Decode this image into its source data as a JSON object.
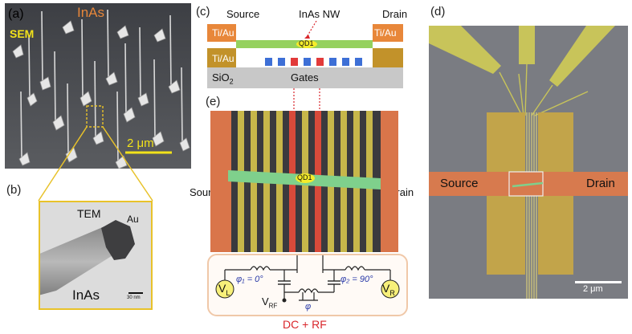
{
  "panel_a": {
    "label": "(a)",
    "title": "InAs",
    "sem": "SEM",
    "scale": "2 μm",
    "colors": {
      "title": "#e8873a",
      "sem": "#f2e21a",
      "scale": "#f2e21a"
    }
  },
  "panel_b": {
    "label": "(b)",
    "tem": "TEM",
    "au": "Au",
    "material": "InAs",
    "scale": "30 nm"
  },
  "panel_c": {
    "label": "(c)",
    "source": "Source",
    "drain": "Drain",
    "nw_label": "InAs NW",
    "contact_left_top": "Ti/Au",
    "contact_left_bottom": "Ti/Au",
    "contact_right_top": "Ti/Au",
    "qd": "QD1",
    "substrate": "SiO",
    "substrate_sub": "2",
    "gates": "Gates"
  },
  "panel_d": {
    "label": "(d)",
    "source": "Source",
    "drain": "Drain",
    "scale": "2 μm"
  },
  "panel_e": {
    "label": "(e)",
    "source": "Source",
    "drain": "Drain",
    "qd": "QD1",
    "vl": "V",
    "vl_sub": "L",
    "vr": "V",
    "vr_sub": "R",
    "vrf": "V",
    "vrf_sub": "RF",
    "phi1": "φ₁ = 0°",
    "phi2": "φ₂ = 90°",
    "phi": "φ",
    "caption": "DC + RF",
    "colors": {
      "caption": "#d9262b",
      "phi": "#2a3aa8"
    }
  }
}
